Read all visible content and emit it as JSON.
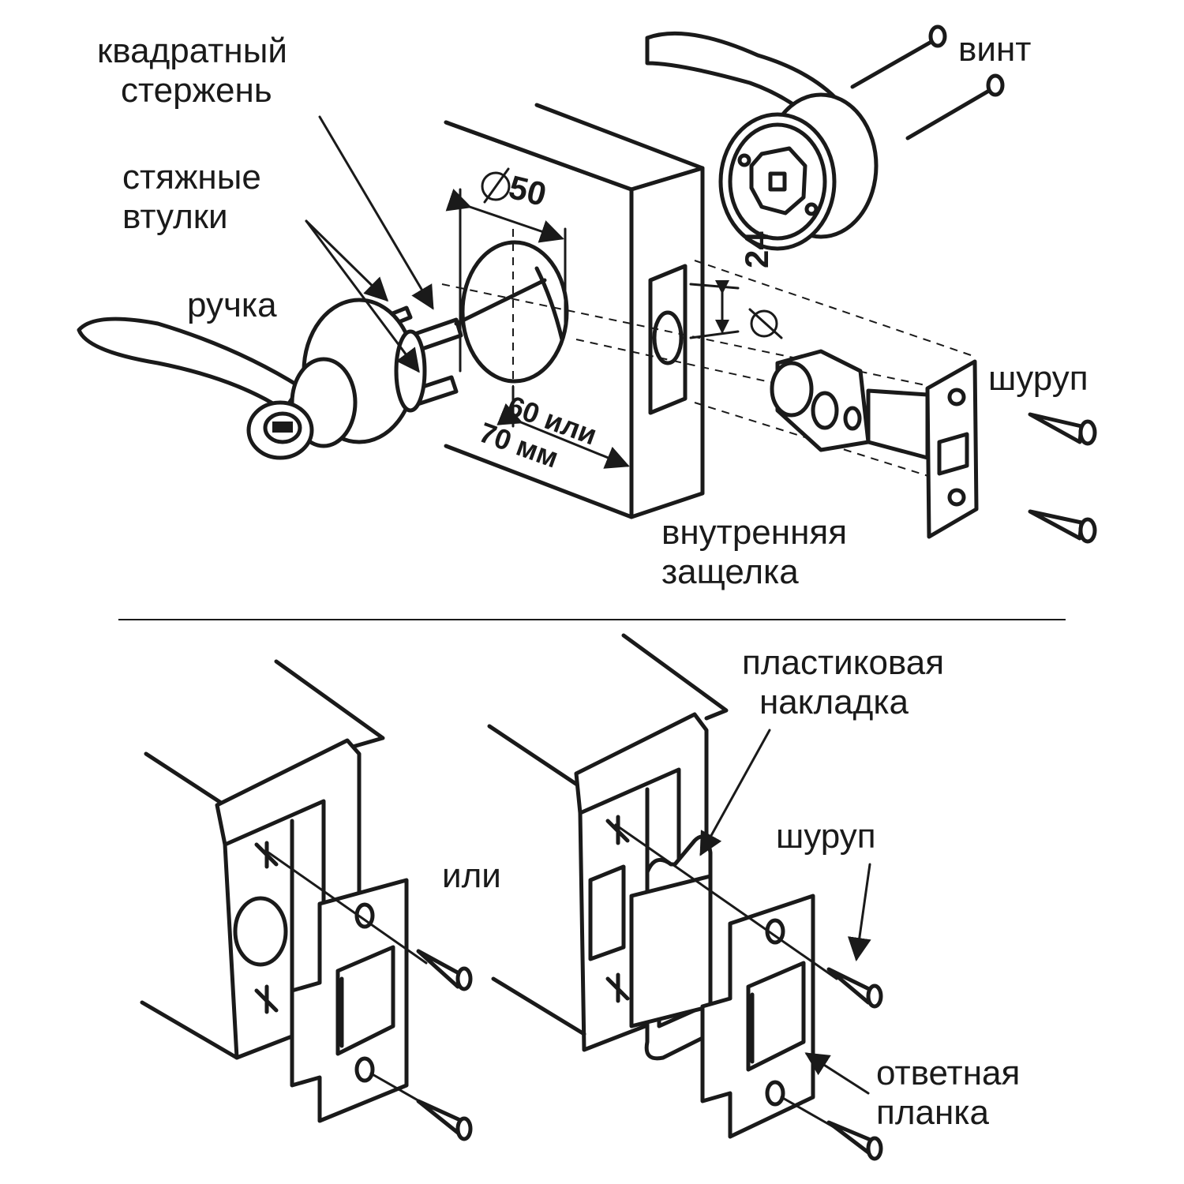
{
  "top_labels": {
    "square_spindle": [
      "квадратный",
      "стержень"
    ],
    "bushings": [
      "стяжные",
      "втулки"
    ],
    "handle": "ручка",
    "screw_bolt": "винт",
    "wood_screw_top": "шуруп",
    "latch": [
      "внутренняя",
      "защелка"
    ]
  },
  "dimensions": {
    "hole_diameter": "50",
    "edge_hole_diameter": "24",
    "backset": [
      "60 или",
      "70 мм"
    ]
  },
  "bottom_labels": {
    "or": "или",
    "plastic_cover": [
      "пластиковая",
      "накладка"
    ],
    "wood_screw_bottom": "шуруп",
    "strike_plate": [
      "ответная",
      "планка"
    ]
  }
}
